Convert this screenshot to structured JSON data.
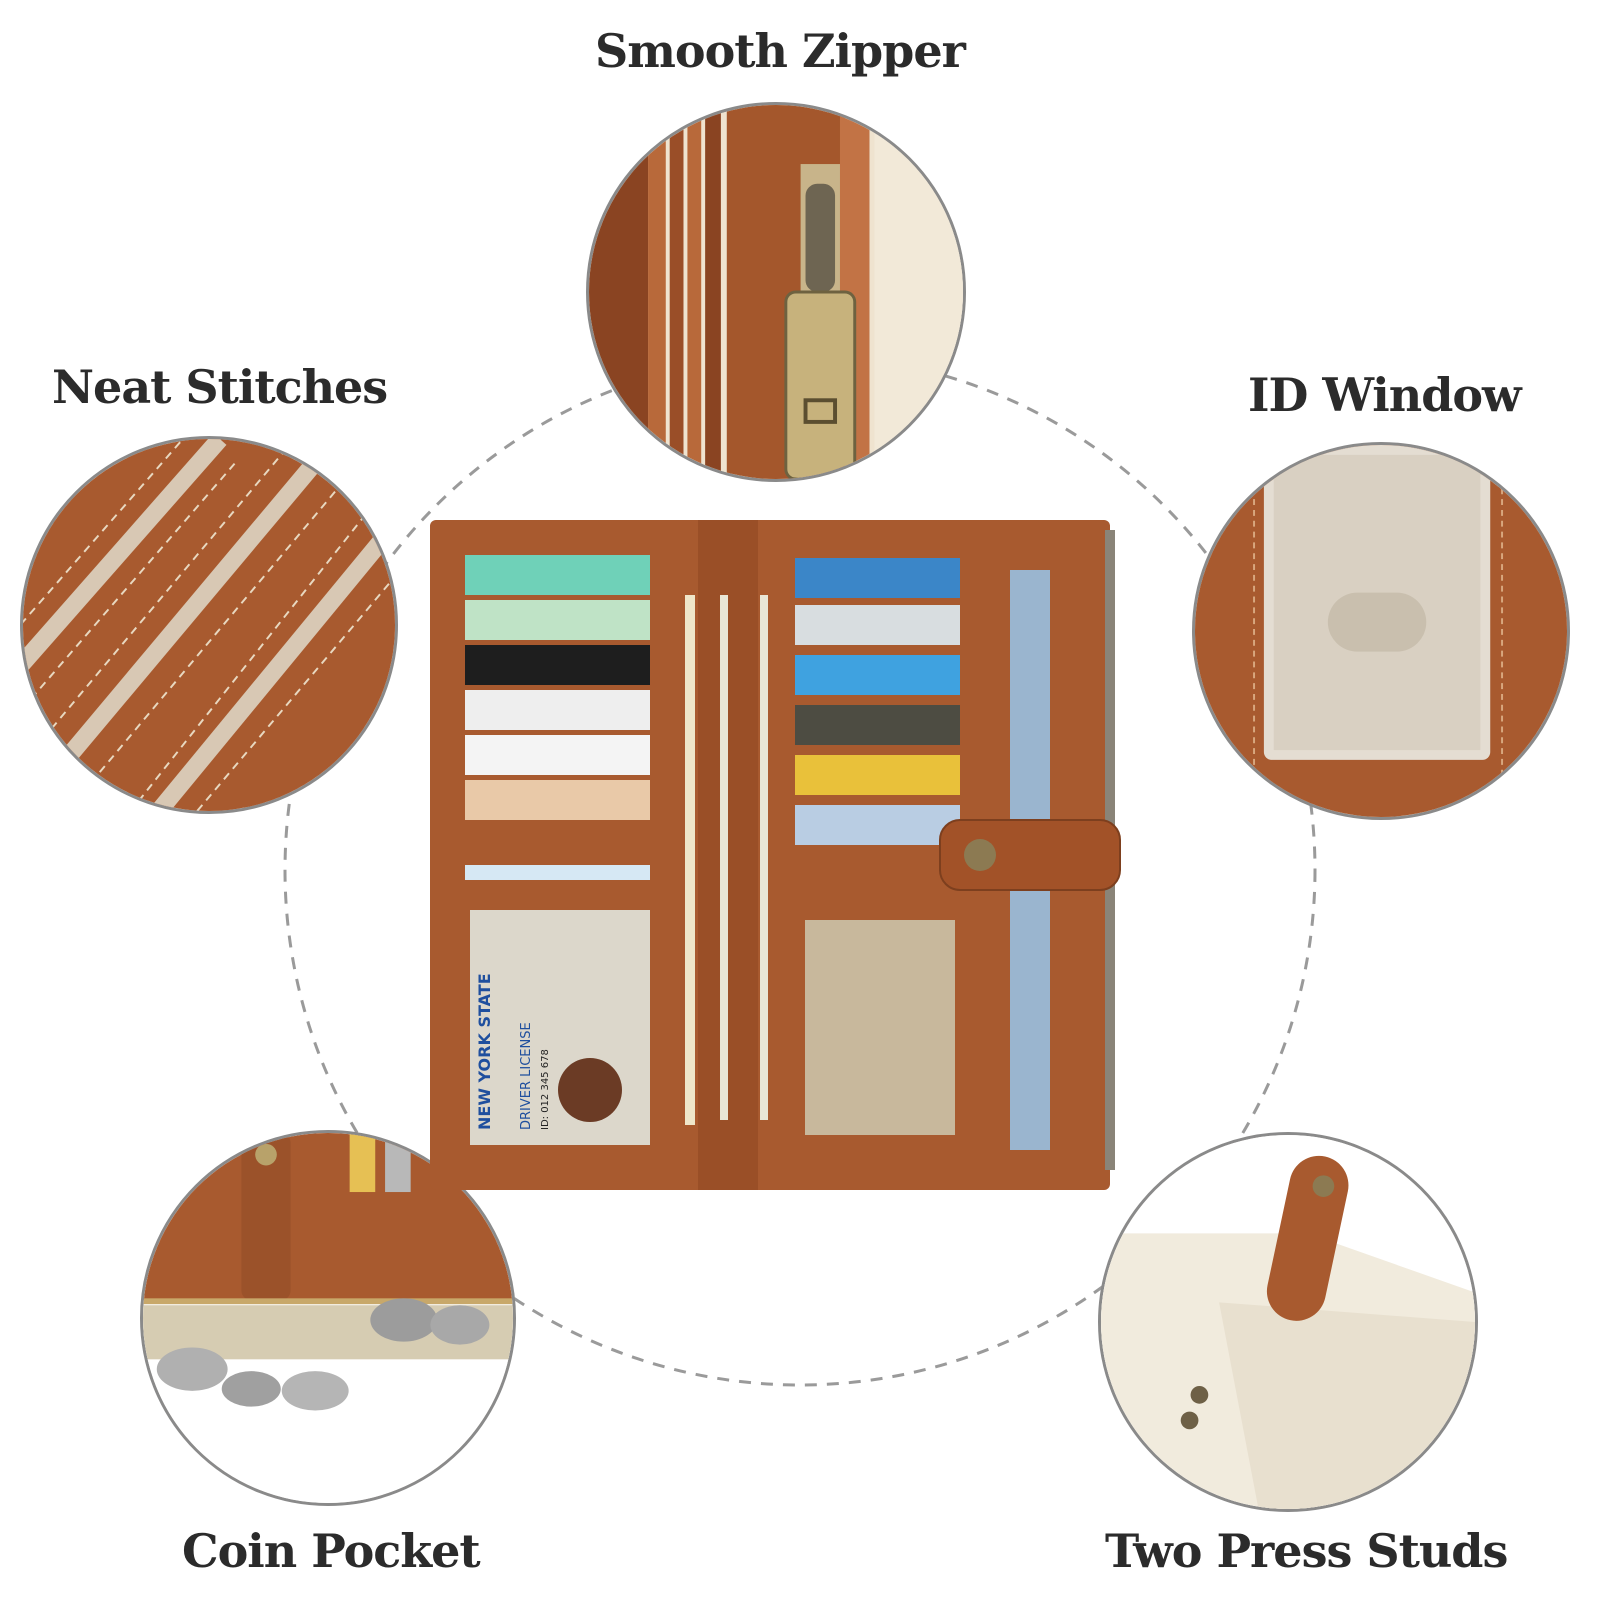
{
  "features": {
    "zipper": "Smooth Zipper",
    "stitches": "Neat Stitches",
    "id_window": "ID Window",
    "coin_pocket": "Coin Pocket",
    "press_studs": "Two Press Studs"
  },
  "colors": {
    "leather": "#a85a2f",
    "leather_dark": "#7d3f1e",
    "cream": "#efe6d6",
    "outline": "#8a8a8a"
  },
  "id_card": {
    "state": "NEW YORK STATE",
    "type": "DRIVER LICENSE",
    "number": "ID: 012 345 678"
  }
}
